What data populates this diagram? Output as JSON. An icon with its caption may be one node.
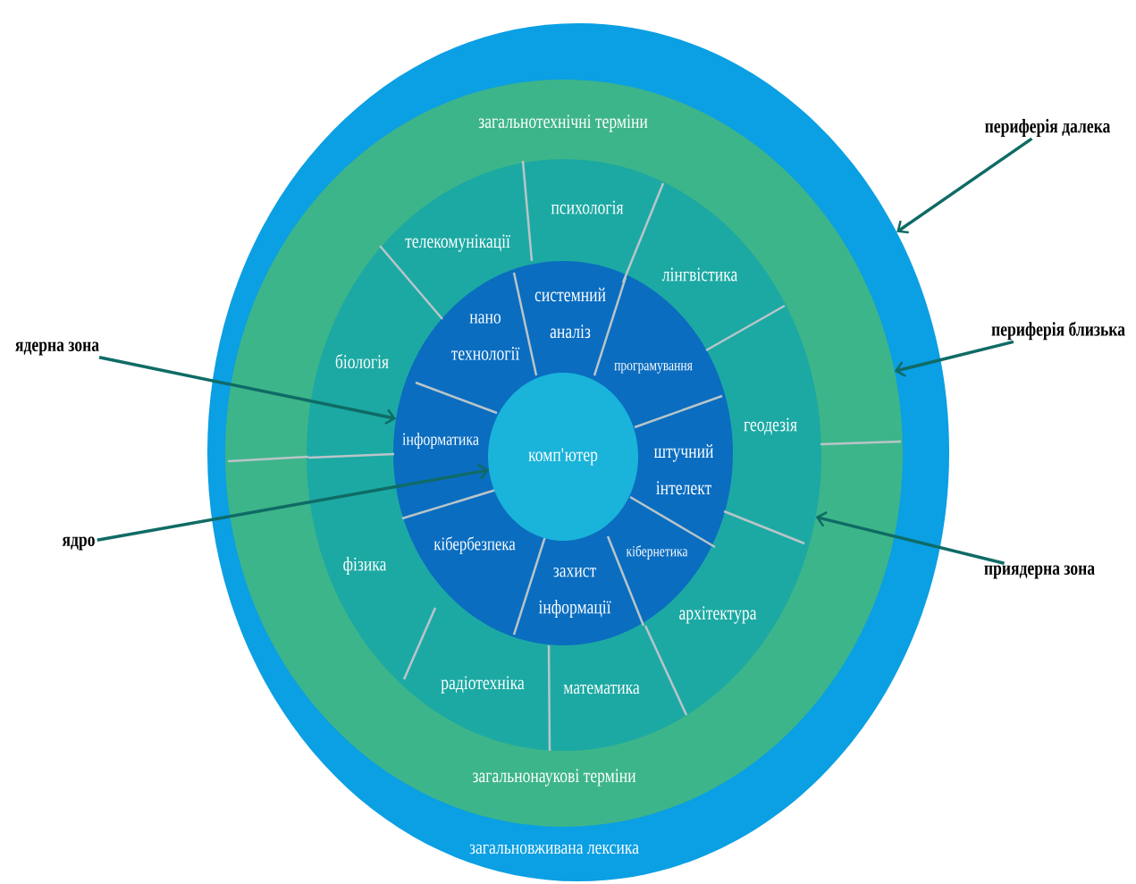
{
  "diagram": {
    "nodes": [
      {
        "text": [
          "загальновживана лексика"
        ]
      },
      {
        "text": [
          "загальнотехнічні терміни",
          "загальнонаукові терміни"
        ],
        "in": 0
      },
      {
        "text": [],
        "shape": "ring",
        "in": 1
      },
      {
        "text": [
          "телекомунікації"
        ],
        "in": 2
      },
      {
        "text": [
          "психологія"
        ],
        "in": 2
      },
      {
        "text": [
          "лінгвістика"
        ],
        "in": 2
      },
      {
        "text": [
          "геодезія"
        ],
        "in": 2
      },
      {
        "text": [
          "архітектура"
        ],
        "in": 2
      },
      {
        "text": [
          "математика"
        ],
        "in": 2
      },
      {
        "text": [
          "радіотехніка"
        ],
        "in": 2
      },
      {
        "text": [
          "фізика"
        ],
        "in": 2
      },
      {
        "text": [
          "біологія"
        ],
        "in": 2
      },
      {
        "text": [],
        "shape": "ring",
        "in": 2
      },
      {
        "text": [
          "нано технології"
        ],
        "in": 12
      },
      {
        "text": [
          "системний аналіз"
        ],
        "in": 12
      },
      {
        "text": [
          "програмування"
        ],
        "in": 12
      },
      {
        "text": [
          "штучний інтелект"
        ],
        "in": 12
      },
      {
        "text": [
          "кібернетика"
        ],
        "in": 12
      },
      {
        "text": [
          "захист інформації"
        ],
        "in": 12
      },
      {
        "text": [
          "кібербезпека"
        ],
        "in": 12
      },
      {
        "text": [
          "інформатика"
        ],
        "in": 12
      },
      {
        "text": [
          "комп'ютер"
        ],
        "in": 12
      },
      {
        "text": [
          "периферія далека"
        ]
      },
      {
        "text": [
          "периферія близька"
        ]
      },
      {
        "text": [
          "ядерна зона"
        ]
      },
      {
        "text": [
          "ядро"
        ]
      },
      {
        "text": [
          "приядерна зона"
        ]
      }
    ],
    "edges": [
      {
        "from": 22,
        "to": 0,
        "arrow": "to"
      },
      {
        "from": 23,
        "to": 1,
        "arrow": "to"
      },
      {
        "from": 24,
        "to": 12,
        "arrow": "to"
      },
      {
        "from": 25,
        "to": 21,
        "arrow": "to"
      },
      {
        "from": 26,
        "to": 2,
        "arrow": "to"
      }
    ]
  }
}
